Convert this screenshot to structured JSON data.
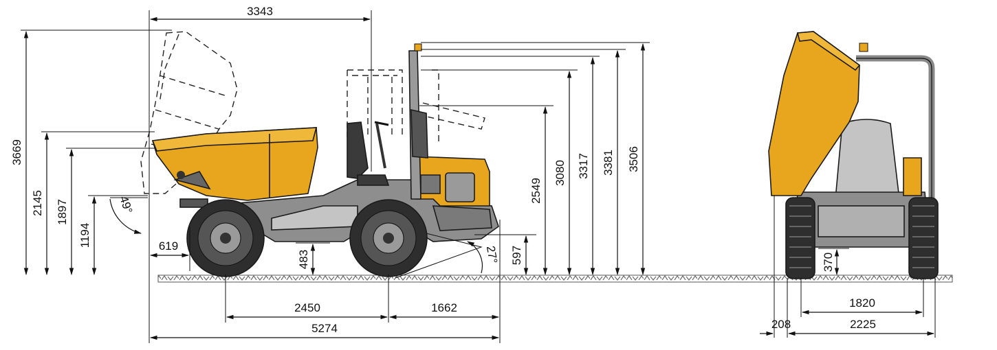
{
  "colors": {
    "body_yellow": "#e8a51e",
    "body_yellow_light": "#f0b83a",
    "frame_gray": "#8e8e8e",
    "frame_gray_light": "#c4c4c4",
    "tire_dark": "#2e2e2e",
    "ground": "#6b6b6b",
    "line": "#111111"
  },
  "icons": {
    "rim": "wheel-rim-icon",
    "beacon": "warning-beacon-icon"
  },
  "dimensions": {
    "side_view": {
      "dump_reach": "3343",
      "max_height_skip_raised": "3669",
      "skip_pivot_height": "2145",
      "skip_lip_height": "1897",
      "dump_height": "1194",
      "dump_angle": "49°",
      "dump_clearance": "619",
      "ground_clearance": "483",
      "wheelbase": "2450",
      "rear_overhang": "1662",
      "overall_length": "5274",
      "rear_height": "597",
      "departure_angle": "27°",
      "seat_frame_height": "2549",
      "rops_folded_height": "3080",
      "rops_height": "3317",
      "beacon_height_a": "3381",
      "beacon_height_b": "3506"
    },
    "rear_view": {
      "ground_clearance": "370",
      "track_width": "1820",
      "overall_width": "2225",
      "side_offset": "208"
    }
  }
}
